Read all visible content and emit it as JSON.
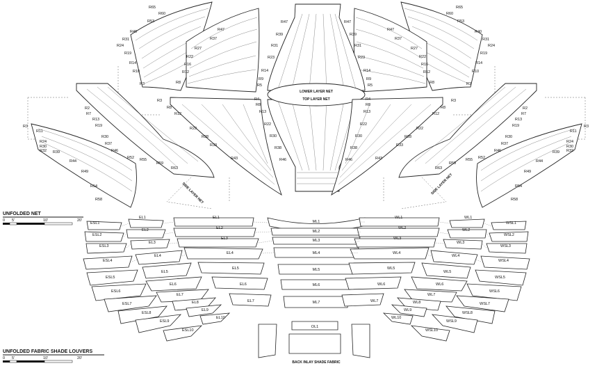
{
  "net": {
    "radius_labels_crown_left": [
      "R65",
      "R60",
      "R53",
      "R40",
      "R31",
      "R24",
      "R19",
      "R14",
      "R10",
      "R3"
    ],
    "radius_labels_crown_right": [
      "R65",
      "R60",
      "R53",
      "R40",
      "R31",
      "R24",
      "R19",
      "R14",
      "R10",
      "R3"
    ],
    "radius_labels_inner_left": [
      "R47",
      "R37",
      "R27",
      "R22",
      "R16",
      "R12",
      "R8"
    ],
    "radius_labels_inner_right": [
      "R47",
      "R37",
      "R27",
      "R22",
      "R16",
      "R12",
      "R8"
    ],
    "radius_labels_center_left": [
      "R47",
      "R39",
      "R31",
      "R23",
      "R14",
      "R9",
      "R5"
    ],
    "radius_labels_center_right": [
      "R47",
      "R39",
      "R31",
      "R23",
      "R14",
      "R9",
      "R5"
    ],
    "radius_labels_lower_center_left": [
      "R4",
      "R8",
      "R13",
      "R22",
      "R30",
      "R38",
      "R46"
    ],
    "radius_labels_lower_center_right": [
      "R4",
      "R8",
      "R13",
      "R22",
      "R30",
      "R38",
      "R46"
    ],
    "radius_labels_lower_mid_left": [
      "R3",
      "R8",
      "R12",
      "R22",
      "R28",
      "R33",
      "R43"
    ],
    "radius_labels_lower_mid_right": [
      "R3",
      "R8",
      "R12",
      "R22",
      "R28",
      "R33",
      "R43"
    ],
    "radius_labels_side_left": [
      "R2",
      "R7",
      "R13",
      "R19",
      "R30",
      "R37",
      "R46",
      "R52",
      "R55",
      "R59",
      "R63"
    ],
    "radius_labels_side_right": [
      "R2",
      "R7",
      "R13",
      "R19",
      "R30",
      "R37",
      "R46",
      "R52",
      "R55",
      "R59",
      "R63"
    ],
    "radius_labels_outer_left": [
      "R3",
      "R11",
      "R24",
      "R30",
      "R32",
      "R39",
      "R44",
      "R49",
      "R54",
      "R58"
    ],
    "radius_labels_outer_right": [
      "R3",
      "R11",
      "R24",
      "R30",
      "R32",
      "R39",
      "R44",
      "R49",
      "R54",
      "R58"
    ],
    "lower_layer_label": "LOWER LAYER NET",
    "top_layer_label": "TOP LAYER NET",
    "side_layer_label_left": "SIDE LAYER NET",
    "side_layer_label_right": "SIDE LAYER NET",
    "section_title": "UNFOLDED NET",
    "scale_ticks": [
      "0",
      "5'",
      "10'",
      "20'"
    ]
  },
  "louvers": {
    "esl": [
      "ESL1",
      "ESL2",
      "ESL3",
      "ESL4",
      "ESL5",
      "ESL6",
      "ESL7",
      "ESL8",
      "ESL9",
      "ESL10"
    ],
    "el": [
      "EL1",
      "EL2",
      "EL3",
      "EL4",
      "EL5",
      "EL6",
      "EL7",
      "EL8",
      "EL9",
      "EL10"
    ],
    "el_center": [
      "EL1",
      "EL2",
      "EL3",
      "EL4",
      "EL5",
      "EL6",
      "EL7"
    ],
    "ml": [
      "ML1",
      "ML2",
      "ML3",
      "ML4",
      "ML5",
      "ML6",
      "ML7"
    ],
    "wl_center": [
      "WL1",
      "WL2",
      "WL3",
      "WL4",
      "WL5",
      "WL6",
      "WL7"
    ],
    "wl": [
      "WL1",
      "WL2",
      "WL3",
      "WL4",
      "WL5",
      "WL6",
      "WL7",
      "WL8",
      "WL9",
      "WL10"
    ],
    "wsl": [
      "WSL1",
      "WSL2",
      "WSL3",
      "WSL4",
      "WSL5",
      "WSL6",
      "WSL7",
      "WSL8",
      "WSL9",
      "WSL10"
    ],
    "center_piece": "OL1",
    "back_inlay_label": "BACK INLAY SHADE FABRIC",
    "section_title": "UNFOLDED FABRIC SHADE LOUVERS",
    "scale_ticks": [
      "0",
      "5'",
      "10'",
      "20'"
    ]
  }
}
